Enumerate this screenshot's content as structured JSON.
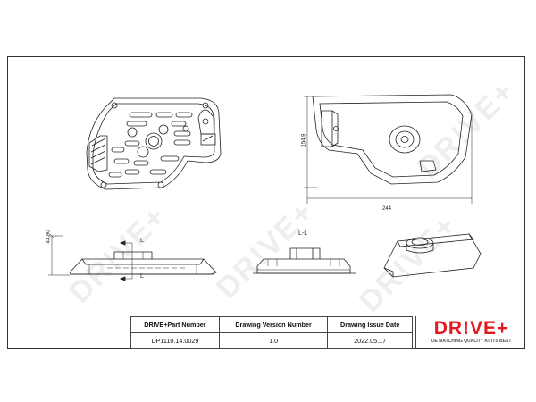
{
  "dimensions": {
    "d1": "154.9",
    "d2": "244",
    "d3": "43.90",
    "section": "L-L",
    "cut": "L"
  },
  "watermark": "DR!VE+",
  "title_block": {
    "headers": [
      "DRIVE+Part Number",
      "Drawing Version Number",
      "Drawing Issue Date"
    ],
    "values": [
      "DP1110.14.0029",
      "1.0",
      "2022.05.17"
    ]
  },
  "brand": {
    "logo": "DR!VE+",
    "slogan": "OE MATCHING QUALITY AT ITS BEST",
    "color": "#e3191f"
  }
}
